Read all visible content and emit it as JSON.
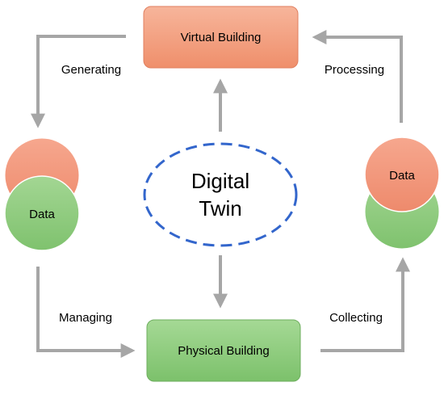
{
  "nodes": {
    "virtual_building": "Virtual Building",
    "physical_building": "Physical Building",
    "data_left": "Data",
    "data_right": "Data",
    "center_line1": "Digital",
    "center_line2": "Twin"
  },
  "edges": {
    "generating": "Generating",
    "processing": "Processing",
    "managing": "Managing",
    "collecting": "Collecting"
  },
  "colors": {
    "virtual_fill": "#f4a383",
    "physical_fill": "#8fcf7e",
    "data_orange": "#f2957a",
    "data_green": "#8ecb7d",
    "arrow": "#a6a6a6",
    "dash": "#3366cc"
  }
}
